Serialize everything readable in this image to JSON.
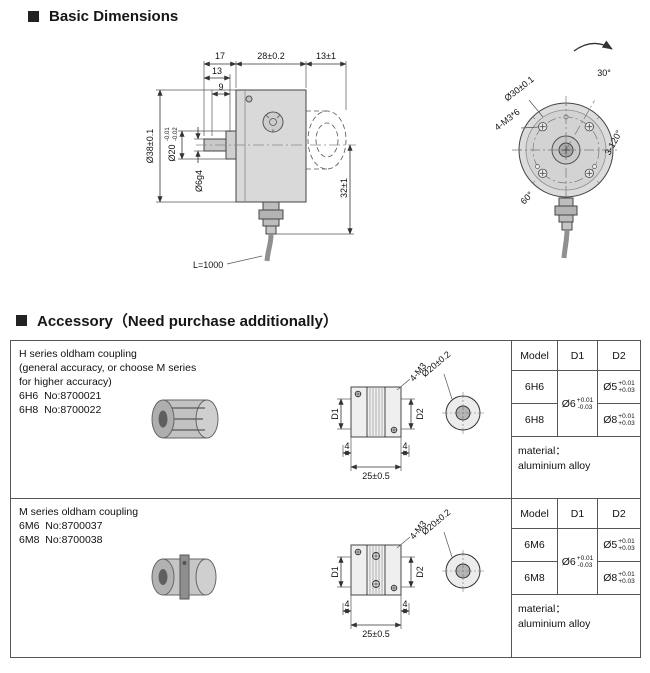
{
  "headings": {
    "basic": "Basic Dimensions",
    "accessory": "Accessory（Need purchase additionally）"
  },
  "side_view": {
    "dim_17": "17",
    "dim_13": "13",
    "dim_9": "9",
    "dim_28": "28±0.2",
    "dim_13_1": "13±1",
    "dim_d38": "Ø38±0.1",
    "dim_d20": "Ø20",
    "dim_d20_tol_upper": "-0.01",
    "dim_d20_tol_lower": "-0.02",
    "dim_d6": "Ø6g4",
    "dim_32": "32±1",
    "cable_length": "L=1000"
  },
  "front_view": {
    "dim_d30": "Ø30±0.1",
    "dim_m3": "4-M3*6",
    "angle_30": "30°",
    "angle_120": "3-120°",
    "angle_60": "60°"
  },
  "accessories": [
    {
      "description": [
        "H series oldham coupling",
        "(general accuracy, or choose M series",
        "for higher accuracy)",
        "6H6  No:8700021",
        "6H8  No:8700022"
      ],
      "drawing": {
        "dim_d1": "D1",
        "dim_d2": "D2",
        "dim_m3": "4-M3",
        "dim_4_left": "4",
        "dim_4_right": "4",
        "dim_25": "25±0.5",
        "dim_d20": "Ø20±0.2"
      },
      "table": {
        "col_model": "Model",
        "col_d1": "D1",
        "col_d2": "D2",
        "d1_value": {
          "base": "Ø6",
          "upper": "+0.01",
          "lower": "-0.03"
        },
        "rows": [
          {
            "model": "6H6",
            "d2": {
              "base": "Ø5",
              "upper": "+0.01",
              "lower": "+0.03"
            }
          },
          {
            "model": "6H8",
            "d2": {
              "base": "Ø8",
              "upper": "+0.01",
              "lower": "+0.03"
            }
          }
        ],
        "material_label": "material：",
        "material_value": "aluminium alloy"
      }
    },
    {
      "description": [
        "M series oldham coupling",
        "6M6  No:8700037",
        "6M8  No:8700038"
      ],
      "drawing": {
        "dim_d1": "D1",
        "dim_d2": "D2",
        "dim_m3": "4-M3",
        "dim_4_left": "4",
        "dim_4_right": "4",
        "dim_25": "25±0.5",
        "dim_d20": "Ø20±0.2"
      },
      "table": {
        "col_model": "Model",
        "col_d1": "D1",
        "col_d2": "D2",
        "d1_value": {
          "base": "Ø6",
          "upper": "+0.01",
          "lower": "-0.03"
        },
        "rows": [
          {
            "model": "6M6",
            "d2": {
              "base": "Ø5",
              "upper": "+0.01",
              "lower": "+0.03"
            }
          },
          {
            "model": "6M8",
            "d2": {
              "base": "Ø8",
              "upper": "+0.01",
              "lower": "+0.03"
            }
          }
        ],
        "material_label": "material：",
        "material_value": "aluminium alloy"
      }
    }
  ]
}
